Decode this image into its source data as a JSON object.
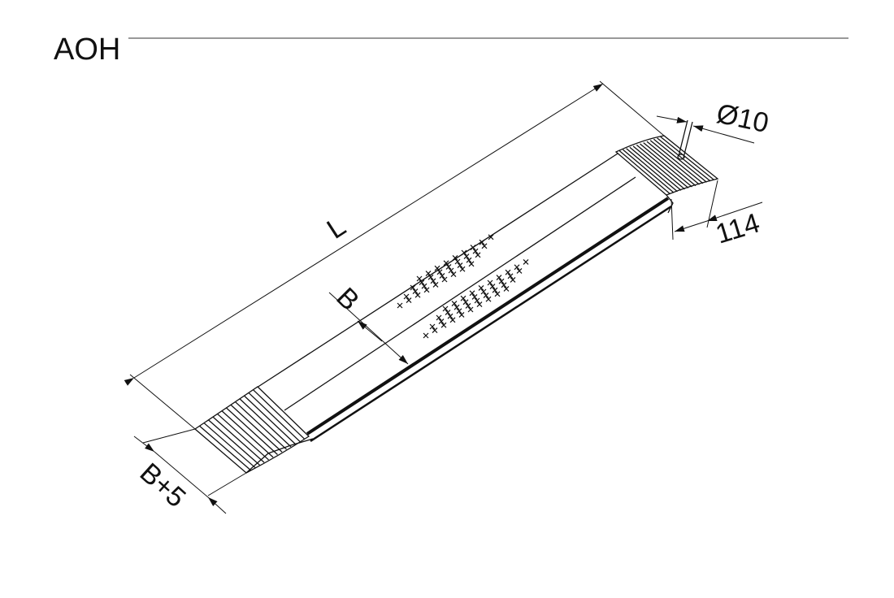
{
  "title": "AOH",
  "dimensions": {
    "length": "L",
    "width": "B",
    "outer_width": "B+5",
    "pin_diameter": "Ø10",
    "plate_length": "114"
  }
}
